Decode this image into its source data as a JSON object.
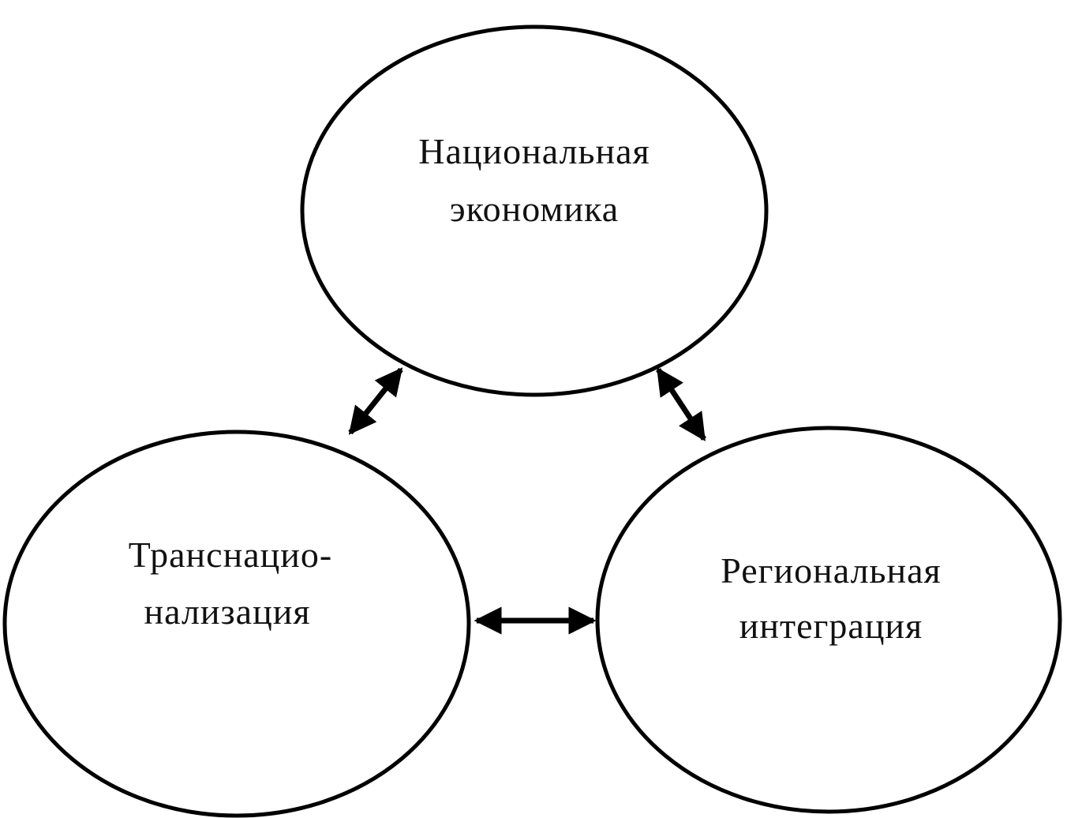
{
  "diagram": {
    "nodes": {
      "national_economy": {
        "line1": "Национальная",
        "line2": "экономика"
      },
      "transnationalization": {
        "line1": "Транснацио-",
        "line2": "нализация"
      },
      "regional_integration": {
        "line1": "Региональная",
        "line2": "интеграция"
      }
    },
    "links": [
      {
        "from": "national_economy",
        "to": "transnationalization",
        "type": "bidirectional"
      },
      {
        "from": "national_economy",
        "to": "regional_integration",
        "type": "bidirectional"
      },
      {
        "from": "transnationalization",
        "to": "regional_integration",
        "type": "bidirectional"
      }
    ],
    "colors": {
      "stroke": "#000000",
      "background": "#ffffff",
      "text": "#111111"
    }
  }
}
